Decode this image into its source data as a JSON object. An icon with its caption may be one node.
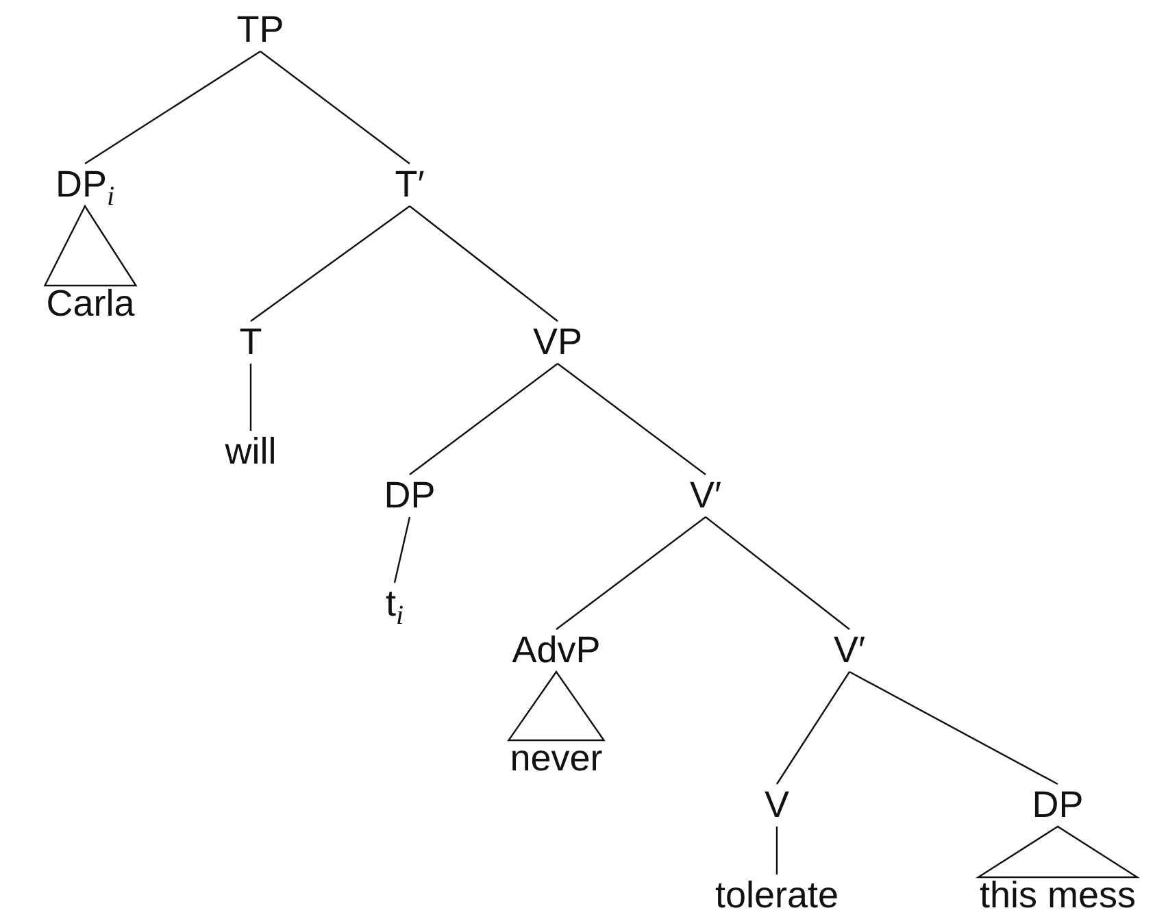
{
  "diagram": {
    "nodes": [
      {
        "text": [
          "TP"
        ]
      },
      {
        "text": [
          "DP$_{i}$"
        ]
      },
      {
        "text": [
          "Carla"
        ]
      },
      {
        "text": [
          "T′"
        ]
      },
      {
        "text": [
          "T"
        ]
      },
      {
        "text": [
          "will"
        ]
      },
      {
        "text": [
          "VP"
        ]
      },
      {
        "text": [
          "DP"
        ]
      },
      {
        "text": [
          "t$_{i}$"
        ]
      },
      {
        "text": [
          "V′"
        ]
      },
      {
        "text": [
          "AdvP"
        ]
      },
      {
        "text": [
          "never"
        ]
      },
      {
        "text": [
          "V′"
        ]
      },
      {
        "text": [
          "V"
        ]
      },
      {
        "text": [
          "tolerate"
        ]
      },
      {
        "text": [
          "DP"
        ]
      },
      {
        "text": [
          "this mess"
        ]
      }
    ],
    "edges": [
      {
        "from": 0,
        "to": 1,
        "arrow": "none"
      },
      {
        "from": 1,
        "to": 2,
        "arrow": "none"
      },
      {
        "from": 0,
        "to": 3,
        "arrow": "none"
      },
      {
        "from": 3,
        "to": 4,
        "arrow": "none"
      },
      {
        "from": 4,
        "to": 5,
        "arrow": "none"
      },
      {
        "from": 3,
        "to": 6,
        "arrow": "none"
      },
      {
        "from": 6,
        "to": 7,
        "arrow": "none"
      },
      {
        "from": 7,
        "to": 8,
        "arrow": "none"
      },
      {
        "from": 6,
        "to": 9,
        "arrow": "none"
      },
      {
        "from": 9,
        "to": 10,
        "arrow": "none"
      },
      {
        "from": 10,
        "to": 11,
        "arrow": "none"
      },
      {
        "from": 9,
        "to": 12,
        "arrow": "none"
      },
      {
        "from": 12,
        "to": 13,
        "arrow": "none"
      },
      {
        "from": 13,
        "to": 14,
        "arrow": "none"
      },
      {
        "from": 12,
        "to": 15,
        "arrow": "none"
      },
      {
        "from": 15,
        "to": 16,
        "arrow": "none"
      }
    ]
  }
}
